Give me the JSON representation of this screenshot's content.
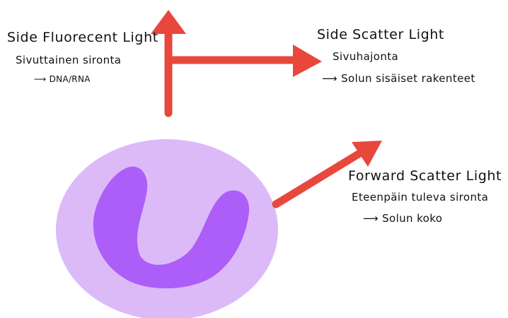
{
  "colors": {
    "arrow": "#e8473c",
    "cell": "#dcbaf7",
    "nucleus": "#ad5df8"
  },
  "icons": {
    "pointer": "right-arrow-icon"
  },
  "side_fluorescent": {
    "title": "Side Fluorecent Light",
    "subtitle": "Sivuttainen sironta",
    "arrow_symbol": "⟶",
    "note": "DNA/RNA"
  },
  "side_scatter": {
    "title": "Side Scatter Light",
    "subtitle": "Sivuhajonta",
    "arrow_symbol": "⟶",
    "note": "Solun sisäiset rakenteet"
  },
  "forward_scatter": {
    "title": "Forward Scatter Light",
    "subtitle": "Eteenpäin tuleva sironta",
    "arrow_symbol": "⟶",
    "note": "Solun koko"
  }
}
